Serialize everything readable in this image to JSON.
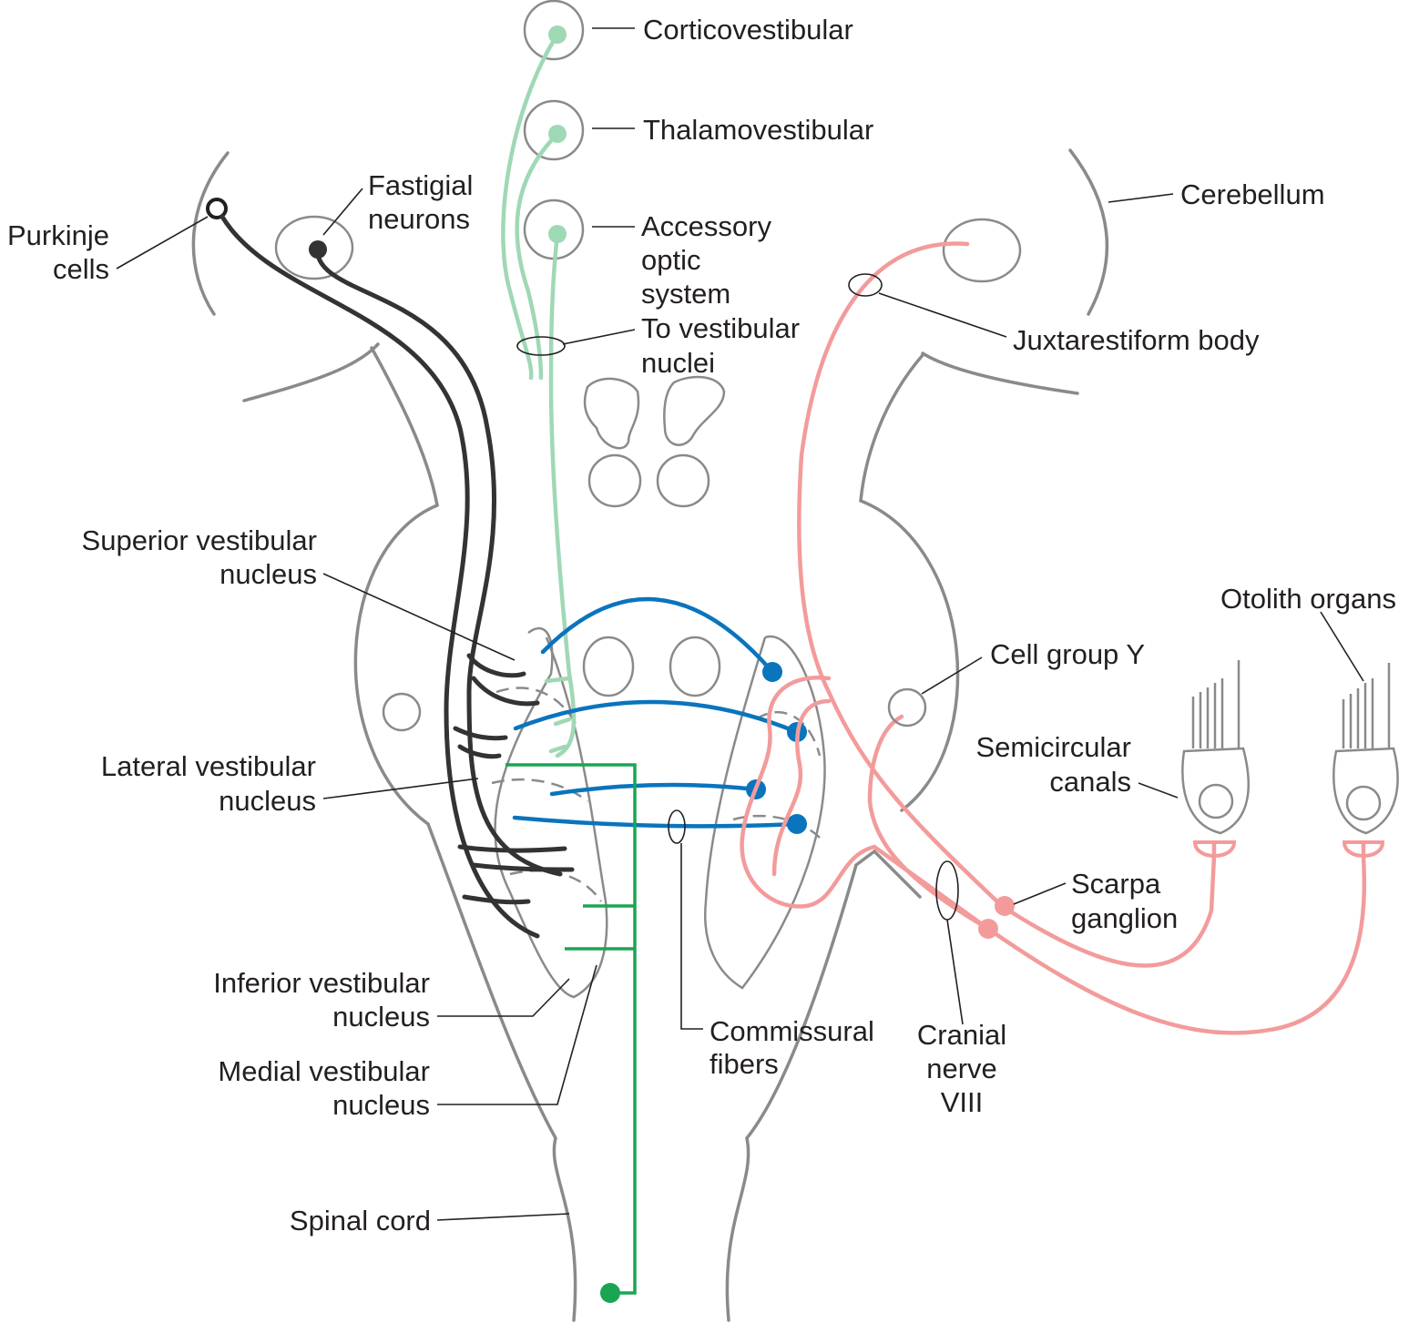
{
  "labels": {
    "corticovestibular": [
      "Corticovestibular"
    ],
    "thalamovestibular": [
      "Thalamovestibular"
    ],
    "accessory_optic": [
      "Accessory",
      "optic",
      "system"
    ],
    "to_vestibular": [
      "To vestibular",
      "nuclei"
    ],
    "fastigial": [
      "Fastigial",
      "neurons"
    ],
    "purkinje": [
      "Purkinje",
      "cells"
    ],
    "cerebellum": [
      "Cerebellum"
    ],
    "juxtarestiform": [
      "Juxtarestiform body"
    ],
    "superior": [
      "Superior vestibular",
      "nucleus"
    ],
    "lateral": [
      "Lateral vestibular",
      "nucleus"
    ],
    "inferior": [
      "Inferior vestibular",
      "nucleus"
    ],
    "medial": [
      "Medial vestibular",
      "nucleus"
    ],
    "spinal": [
      "Spinal cord"
    ],
    "commissural": [
      "Commissural",
      "fibers"
    ],
    "cranial": [
      "Cranial",
      "nerve",
      "VIII"
    ],
    "scarpa": [
      "Scarpa",
      "ganglion"
    ],
    "semicircular": [
      "Semicircular",
      "canals"
    ],
    "otolith": [
      "Otolith organs"
    ],
    "cell_group_y": [
      "Cell group Y"
    ]
  },
  "colors": {
    "outline": "#8a8a8a",
    "cerebellar_fibers": "#333333",
    "ascending_inputs": "#9fd8b5",
    "commissural": "#0a74bd",
    "spinal_projection": "#1aa553",
    "vestibular_nerve": "#f39b9b"
  }
}
